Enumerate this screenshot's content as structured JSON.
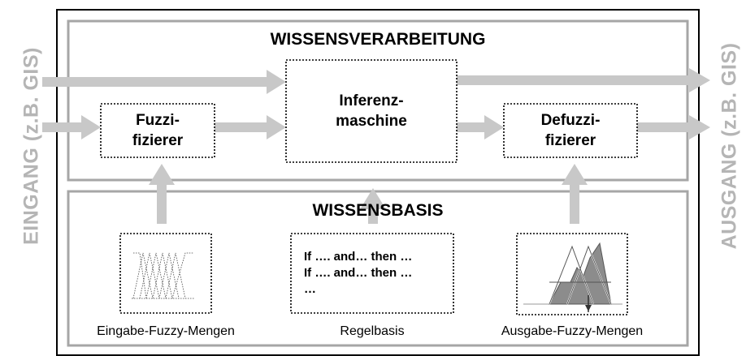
{
  "side_labels": {
    "input": "EINGANG (z.B. GIS)",
    "output": "AUSGANG (z.B. GIS)"
  },
  "processing": {
    "title": "WISSENSVERARBEITUNG",
    "fuzzifier": {
      "line1": "Fuzzi-",
      "line2": "fizierer"
    },
    "inference": {
      "line1": "Inferenz-",
      "line2": "maschine"
    },
    "defuzzifier": {
      "line1": "Defuzzi-",
      "line2": "fizierer"
    }
  },
  "knowledge_base": {
    "title": "WISSENSBASIS",
    "input_sets_caption": "Eingabe-Fuzzy-Mengen",
    "rules_caption": "Regelbasis",
    "output_sets_caption": "Ausgabe-Fuzzy-Mengen",
    "rules": [
      "If …. and… then …",
      "If …. and… then …",
      "…"
    ]
  },
  "colors": {
    "arrow": "#c8c8c8",
    "inner_border": "#a6a6a6",
    "side_label": "#b5b5b5",
    "output_fill": "#8c8c8c"
  }
}
